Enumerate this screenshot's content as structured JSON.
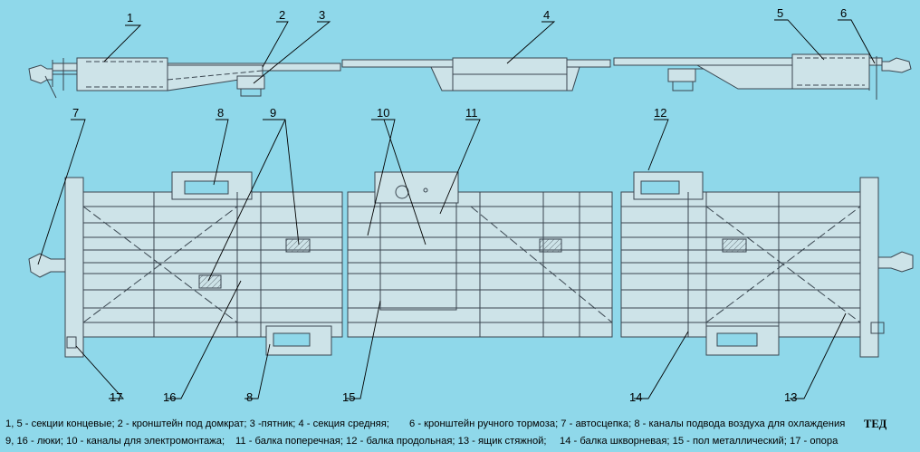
{
  "colors": {
    "background": "#8fd8ea",
    "lines": "#3a4650",
    "section_fill": "#cde3e8",
    "ink": "#000000"
  },
  "callouts": [
    {
      "id": "c1",
      "label": "1"
    },
    {
      "id": "c2",
      "label": "2"
    },
    {
      "id": "c3",
      "label": "3"
    },
    {
      "id": "c4",
      "label": "4"
    },
    {
      "id": "c5",
      "label": "5"
    },
    {
      "id": "c6",
      "label": "6"
    },
    {
      "id": "c7",
      "label": "7"
    },
    {
      "id": "c8a",
      "label": "8"
    },
    {
      "id": "c8b",
      "label": "8"
    },
    {
      "id": "c9",
      "label": "9"
    },
    {
      "id": "c10",
      "label": "10"
    },
    {
      "id": "c11",
      "label": "11"
    },
    {
      "id": "c12",
      "label": "12"
    },
    {
      "id": "c13",
      "label": "13"
    },
    {
      "id": "c14",
      "label": "14"
    },
    {
      "id": "c15",
      "label": "15"
    },
    {
      "id": "c16",
      "label": "16"
    },
    {
      "id": "c17",
      "label": "17"
    }
  ],
  "legend": {
    "row1": [
      "1, 5 - секции концевые; 2 - кронштейн под домкрат; 3 -пятник; 4 - секция средняя;",
      "6 - кронштейн ручного тормоза; 7 - автосцепка; 8 - каналы подвода воздуха для  охлаждения",
      "ТЕД"
    ],
    "row2": [
      "9, 16 - люки; 10 - каналы для электромонтажа;",
      "11 - балка поперечная; 12 - балка продольная; 13 - ящик стяжной;",
      "14 - балка шкворневая; 15 - пол металлический; 17 - опора"
    ]
  }
}
